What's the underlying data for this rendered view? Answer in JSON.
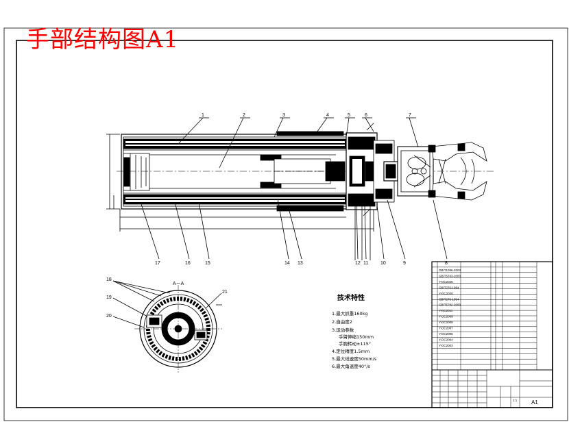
{
  "title": "手部结构图A1",
  "section_label": "A－A",
  "tech": {
    "heading": "技术特性",
    "items": [
      "1.最大抓重160kg",
      "2.自由度2",
      "3.运动参数",
      "手臂伸缩150mm",
      "手腕转动±115°",
      "4.定位精度1.5mm",
      "5.最大线速度50mm/s",
      "6.最大角速度40°/s"
    ]
  },
  "part_numbers": {
    "top": [
      "1",
      "2",
      "3",
      "4",
      "5",
      "6",
      "7"
    ],
    "bottom": [
      "17",
      "16",
      "15",
      "14",
      "13",
      "12",
      "11",
      "10",
      "9",
      "8"
    ],
    "section": [
      "18",
      "19",
      "20",
      "21"
    ]
  },
  "bom_codes": [
    "GB/T1096-2003",
    "GB/T5783-2000",
    "Y-DC2026",
    "GB/T276-1994",
    "Y-DC2020",
    "GB/T276-1994",
    "GB/T5782-2000",
    "Y-DC2011",
    "Y-DC2009",
    "Y-DC2008",
    "Y-DC2007",
    "Y-DC2005",
    "Y-DC2004",
    "Y-DC2003"
  ],
  "title_block": {
    "sheet": "A1",
    "scale": "1:1"
  }
}
